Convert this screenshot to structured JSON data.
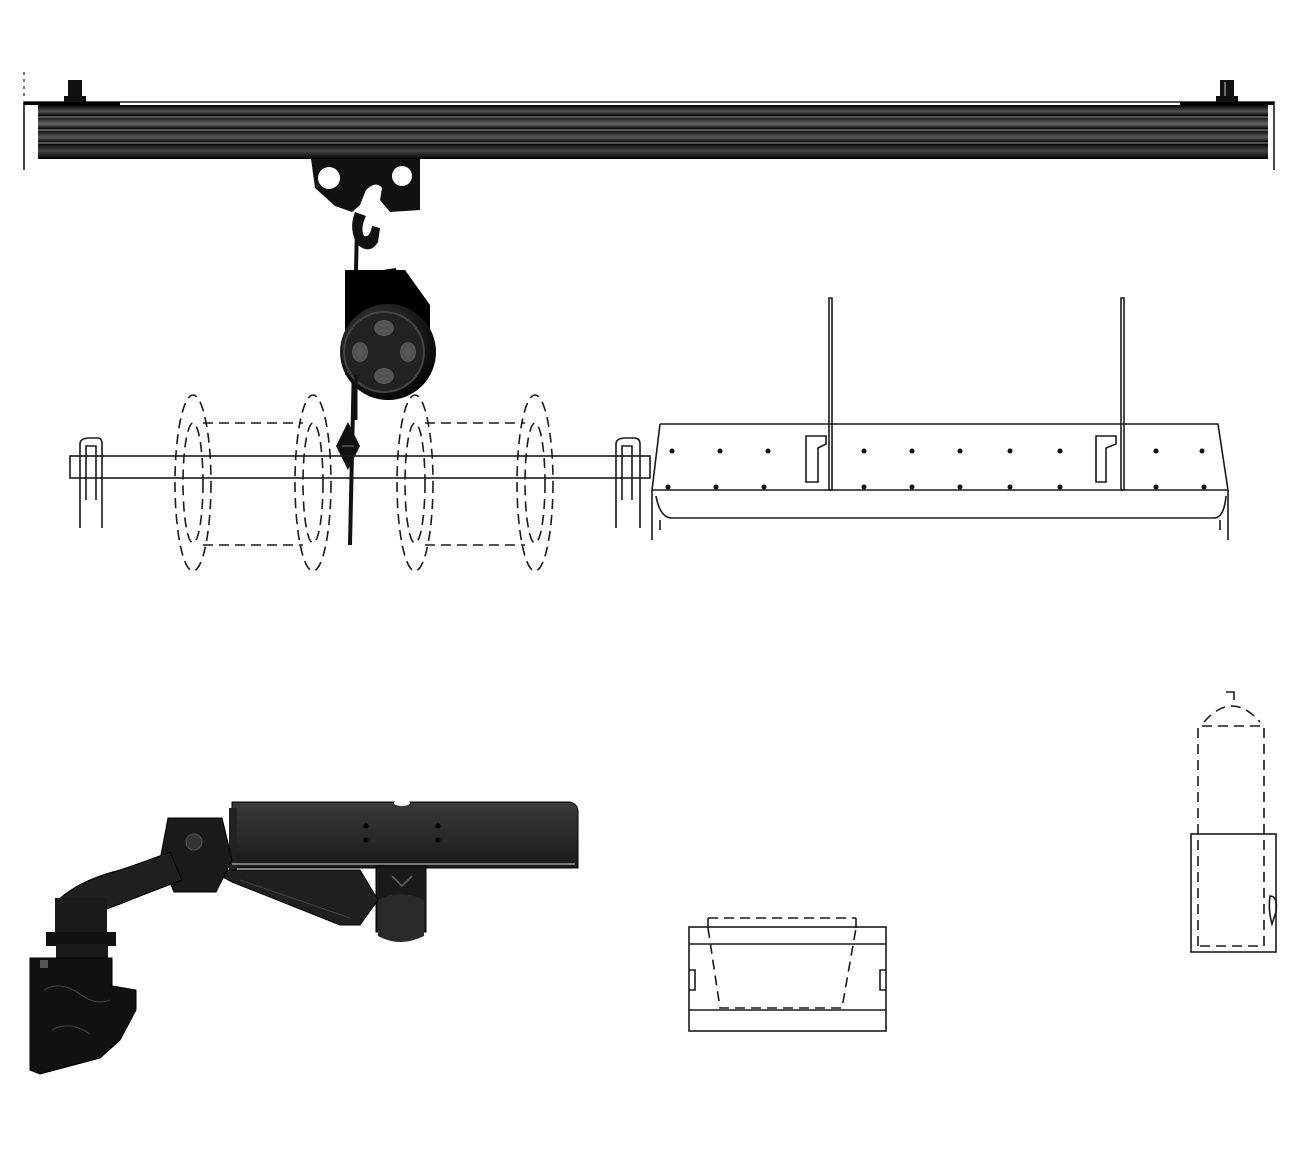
{
  "diagram": {
    "kind": "product line drawing",
    "colors": {
      "ink": "#1a1a1a",
      "dark_metal": "#111111",
      "highlight": "#9a9a9a",
      "background": "#ffffff"
    },
    "components": [
      {
        "id": "top-rail",
        "icon": "rail-icon"
      },
      {
        "id": "rail-end-knob-left",
        "icon": "knob-icon"
      },
      {
        "id": "rail-end-knob-right",
        "icon": "knob-icon"
      },
      {
        "id": "trolley-hook-bracket",
        "icon": "hook-icon"
      },
      {
        "id": "cord-pulley",
        "icon": "pulley-icon"
      },
      {
        "id": "counterweight",
        "icon": "weight-icon"
      },
      {
        "id": "spool-rod",
        "icon": "rod-icon"
      },
      {
        "id": "spool-left-dashed",
        "icon": "spool-icon"
      },
      {
        "id": "spool-right-dashed",
        "icon": "spool-icon"
      },
      {
        "id": "perforated-shelf-tray",
        "icon": "tray-icon"
      },
      {
        "id": "articulating-arm-platform",
        "icon": "arm-icon"
      },
      {
        "id": "small-bin-front-view",
        "icon": "bin-icon"
      },
      {
        "id": "tall-canister-holder",
        "icon": "canister-icon"
      }
    ]
  }
}
